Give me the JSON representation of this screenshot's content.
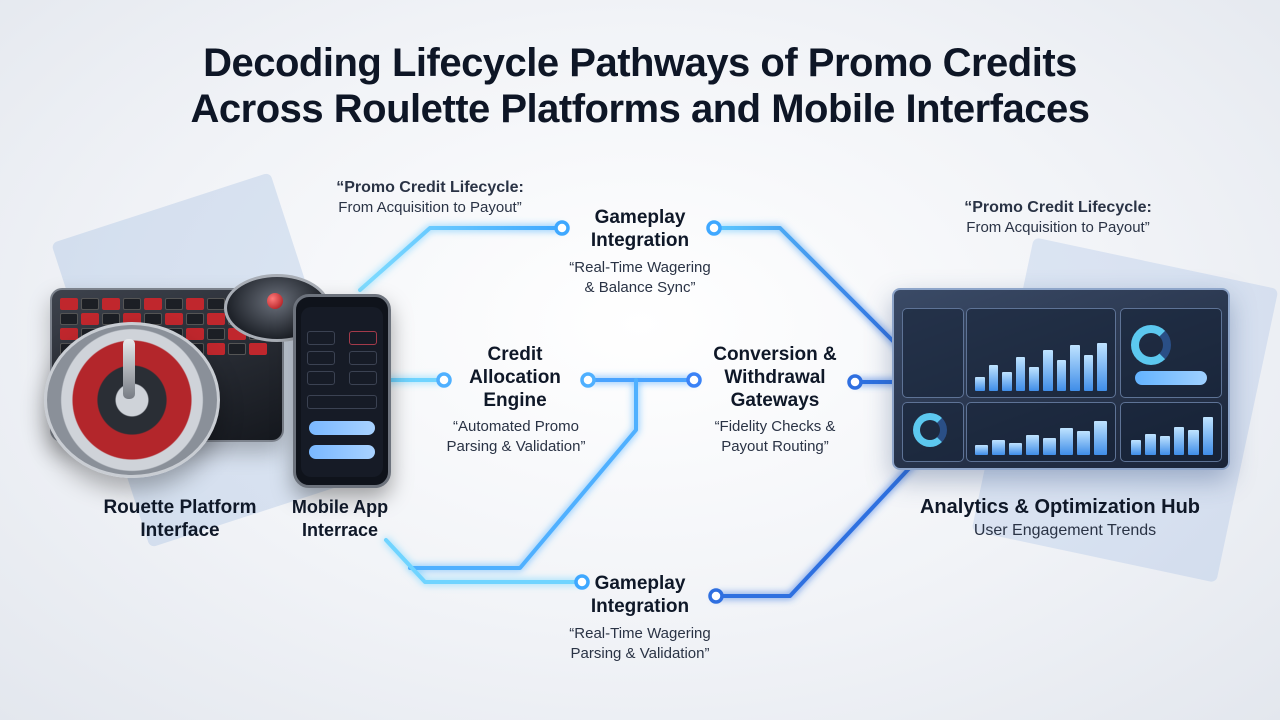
{
  "title": {
    "line1": "Decoding Lifecycle Pathways of Promo Credits",
    "line2": "Across Roulette Platforms and Mobile Interfaces"
  },
  "quote_left": {
    "head": "“Promo Credit Lifecycle:",
    "sub": "From Acquisition to Payout”"
  },
  "quote_right": {
    "head": "“Promo Credit Lifecycle:",
    "sub": "From Acquisition to Payout”"
  },
  "nodes": {
    "gameplay_top": {
      "title1": "Gameplay",
      "title2": "Integration",
      "sub1": "“Real-Time Wagering",
      "sub2": "& Balance Sync”"
    },
    "credit_engine": {
      "title1": "Credit",
      "title2": "Allocation",
      "title3": "Engine",
      "sub1": "“Automated Promo",
      "sub2": "Parsing & Validation”"
    },
    "conversion": {
      "title1": "Conversion &",
      "title2": "Withdrawal",
      "title3": "Gateways",
      "sub1": "“Fidelity Checks &",
      "sub2": "Payout Routing”"
    },
    "gameplay_bottom": {
      "title1": "Gameplay",
      "title2": "Integration",
      "sub1": "“Real-Time Wagering",
      "sub2": "Parsing & Validation”"
    }
  },
  "sources": {
    "roulette_1": "Rouette Platform",
    "roulette_2": "Interface",
    "mobile_1": "Mobile App",
    "mobile_2": "Interrace"
  },
  "hub": {
    "title": "Analytics & Optimization Hub",
    "sub": "User Engagement Trends"
  },
  "colors": {
    "wire_light": "#5cc8ff",
    "wire_dark": "#2f6fe0",
    "accent": "#3b82f6"
  }
}
